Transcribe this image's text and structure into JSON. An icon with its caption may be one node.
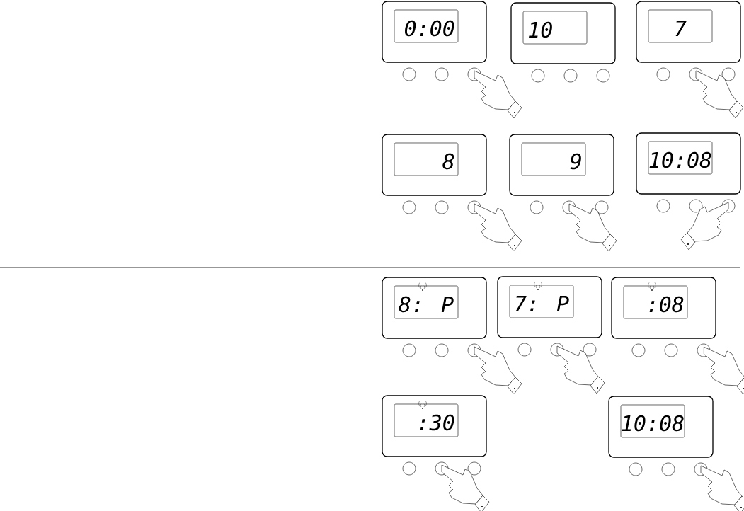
{
  "diagram": {
    "nodes": [
      {
        "text": [
          "0:00"
        ]
      },
      {
        "text": [
          "10"
        ]
      },
      {
        "text": [
          "7"
        ]
      },
      {
        "text": [
          "8"
        ]
      },
      {
        "text": [
          "9"
        ]
      },
      {
        "text": [
          "10:08"
        ]
      },
      {
        "text": [
          "8: P"
        ]
      },
      {
        "text": [
          "7: P"
        ]
      },
      {
        "text": [
          ":08"
        ]
      },
      {
        "text": [
          ":30"
        ]
      },
      {
        "text": [
          "10:08"
        ]
      }
    ]
  }
}
